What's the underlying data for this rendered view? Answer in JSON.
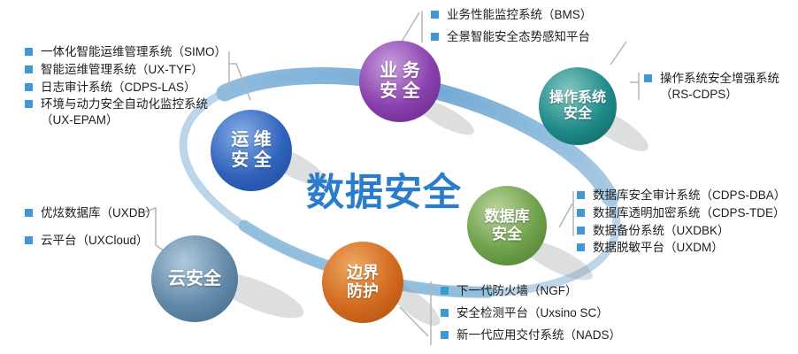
{
  "title": "数据安全",
  "colors": {
    "title_blue": "#2b7ccd",
    "bullet_blue": "#3d98d3",
    "ribbon_blue": "#8fbcdf",
    "node_ops": "#3063bd",
    "node_business": "#8a3fae",
    "node_os": "#1f8a88",
    "node_database": "#6fa04a",
    "node_cloud": "#6289a8",
    "node_border": "#d2691f"
  },
  "nodes": [
    {
      "id": "ops-security",
      "line1": "运 维",
      "line2": "安 全",
      "gradient": [
        "#85aee6",
        "#3063bd",
        "#1c4793"
      ]
    },
    {
      "id": "business-security",
      "line1": "业 务",
      "line2": "安 全",
      "gradient": [
        "#c79fdd",
        "#8a3fae",
        "#61267f"
      ]
    },
    {
      "id": "os-security",
      "line1": "操作系统",
      "line2": "安全",
      "gradient": [
        "#83c7c2",
        "#1f8a88",
        "#0d5f5d"
      ]
    },
    {
      "id": "database-security",
      "line1": "数据库",
      "line2": "安全",
      "gradient": [
        "#b8d49c",
        "#6fa04a",
        "#4c7a2e"
      ]
    },
    {
      "id": "cloud-security",
      "line1": "云安全",
      "line2": "",
      "gradient": [
        "#b0c9dc",
        "#6289a8",
        "#3e6385"
      ]
    },
    {
      "id": "border-protection",
      "line1": "边界",
      "line2": "防护",
      "gradient": [
        "#efa963",
        "#d2691f",
        "#a94e0c"
      ]
    }
  ],
  "lists": {
    "ops": {
      "items": [
        "一体化智能运维管理系统（SIMO）",
        "智能运维管理系统（UX-TYF）",
        "日志审计系统（CDPS-LAS）",
        "环境与动力安全自动化监控系统（UX-EPAM）"
      ]
    },
    "business": {
      "items": [
        "业务性能监控系统（BMS）",
        "全景智能安全态势感知平台"
      ]
    },
    "os": {
      "items": [
        "操作系统安全增强系统（RS-CDPS）"
      ]
    },
    "database": {
      "items": [
        "数据库安全审计系统（CDPS-DBA）",
        "数据库透明加密系统（CDPS-TDE）",
        "数据备份系统（UXDBK）",
        "数据脱敏平台（UXDM）"
      ]
    },
    "border": {
      "items": [
        "下一代防火墙（NGF）",
        "安全检测平台（Uxsino SC）",
        "新一代应用交付系统（NADS）"
      ]
    },
    "cloud": {
      "items": [
        "优炫数据库（UXDB）",
        "云平台（UXCloud）"
      ]
    }
  }
}
